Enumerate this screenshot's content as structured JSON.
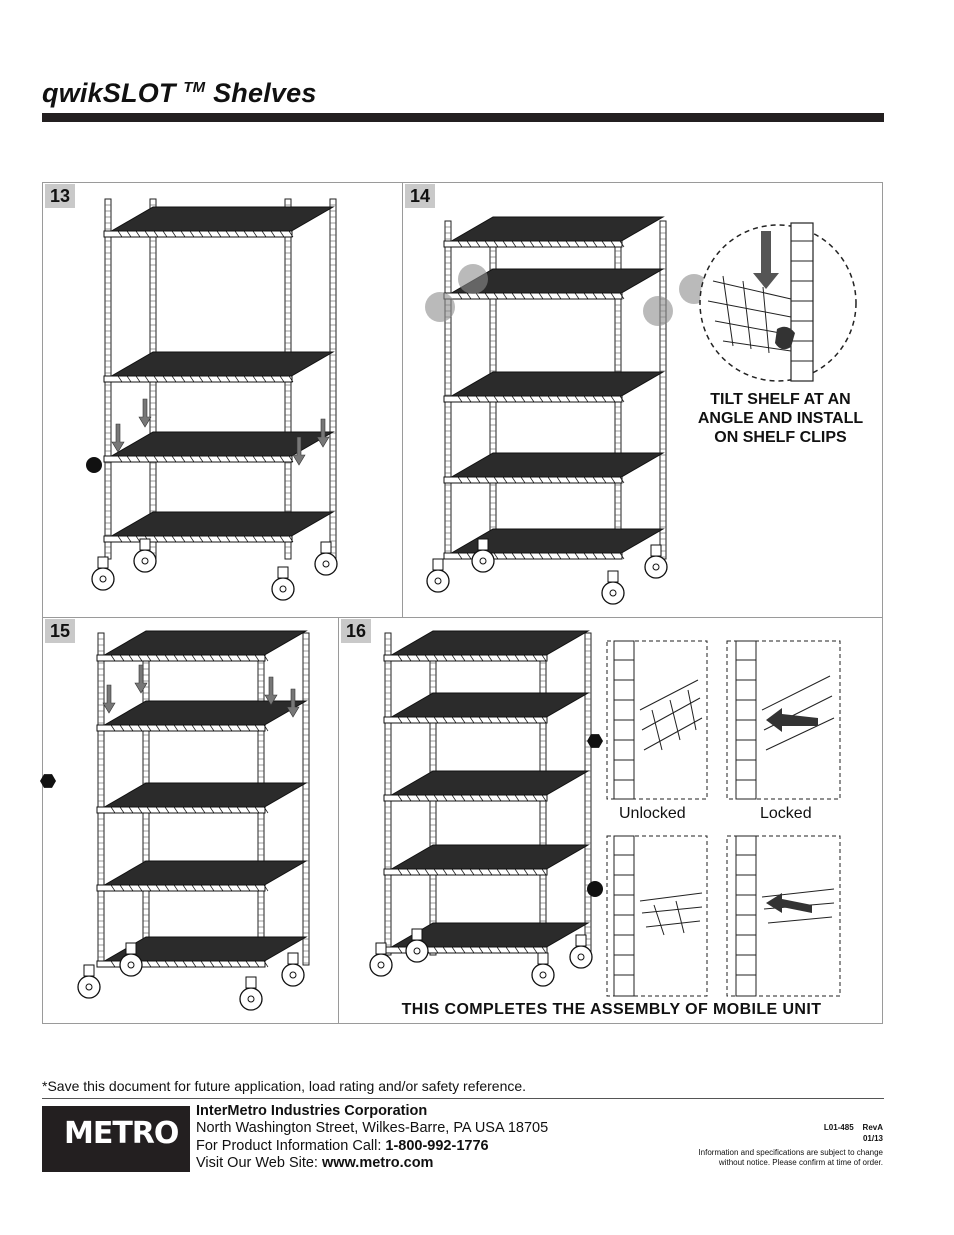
{
  "header": {
    "title_main": "qwikSLOT",
    "title_tm": "TM",
    "title_rest": "Shelves"
  },
  "panels": [
    {
      "step": "13"
    },
    {
      "step": "14",
      "caption": "TILT SHELF AT AN ANGLE AND INSTALL ON SHELF CLIPS"
    },
    {
      "step": "15"
    },
    {
      "step": "16",
      "unlocked_label": "Unlocked",
      "locked_label": "Locked",
      "completion_text": "THIS COMPLETES THE ASSEMBLY OF MOBILE UNIT"
    }
  ],
  "footer": {
    "note": "*Save this document for future application, load rating and/or safety reference.",
    "logo_text": "METRO",
    "company": "InterMetro Industries Corporation",
    "address": "North Washington Street, Wilkes-Barre, PA USA 18705",
    "phone_label": "For Product Information Call:",
    "phone": "1-800-992-1776",
    "web_label": "Visit Our Web Site:",
    "web": "www.metro.com",
    "doc_number": "L01-485",
    "revision": "RevA",
    "date": "01/13",
    "disclaimer_line1": "Information and specifications are subject to change",
    "disclaimer_line2": "without notice. Please confirm at time of order."
  },
  "colors": {
    "ink": "#231f20",
    "panel_border": "#9a9a9a",
    "step_badge": "#c9c9c9",
    "highlight": "#8c8c8c"
  }
}
